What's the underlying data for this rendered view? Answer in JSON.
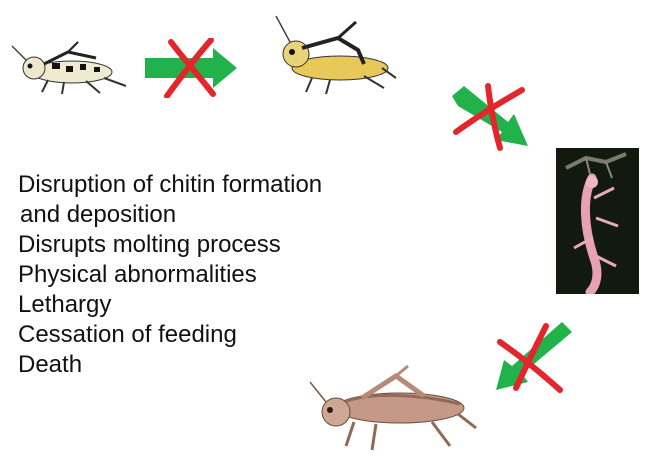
{
  "effects": [
    "Disruption of chitin formation",
    "and deposition",
    "Disrupts molting process",
    "Physical abnormalities",
    "Lethargy",
    "Cessation of feeding",
    "Death"
  ],
  "colors": {
    "arrow_green": "#22b24c",
    "cross_red": "#e3262b",
    "text": "#111111"
  },
  "icons": {
    "stage1": "nymph-locust-icon",
    "stage2": "yellow-locust-icon",
    "stage3": "molting-pink-locust-photo",
    "stage4": "brown-adult-locust-icon",
    "blocked": "blocked-arrow-icon"
  }
}
